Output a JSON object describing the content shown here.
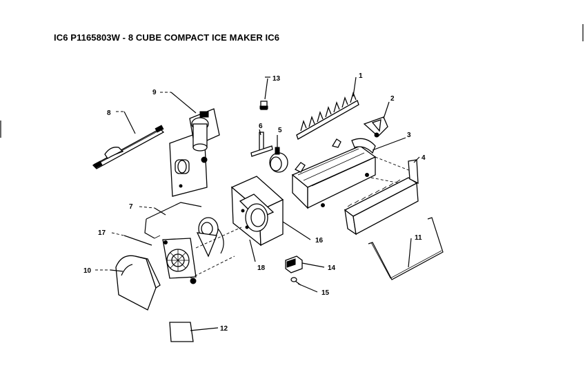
{
  "header": {
    "title": "IC6 P1165803W - 8 CUBE COMPACT ICE MAKER IC6"
  },
  "parts": {
    "p1": "1",
    "p2": "2",
    "p3": "3",
    "p4": "4",
    "p5": "5",
    "p6": "6",
    "p7": "7",
    "p8": "8",
    "p9": "9",
    "p10": "10",
    "p11": "11",
    "p12": "12",
    "p13": "13",
    "p14": "14",
    "p15": "15",
    "p16": "16",
    "p17": "17",
    "p18": "18"
  }
}
